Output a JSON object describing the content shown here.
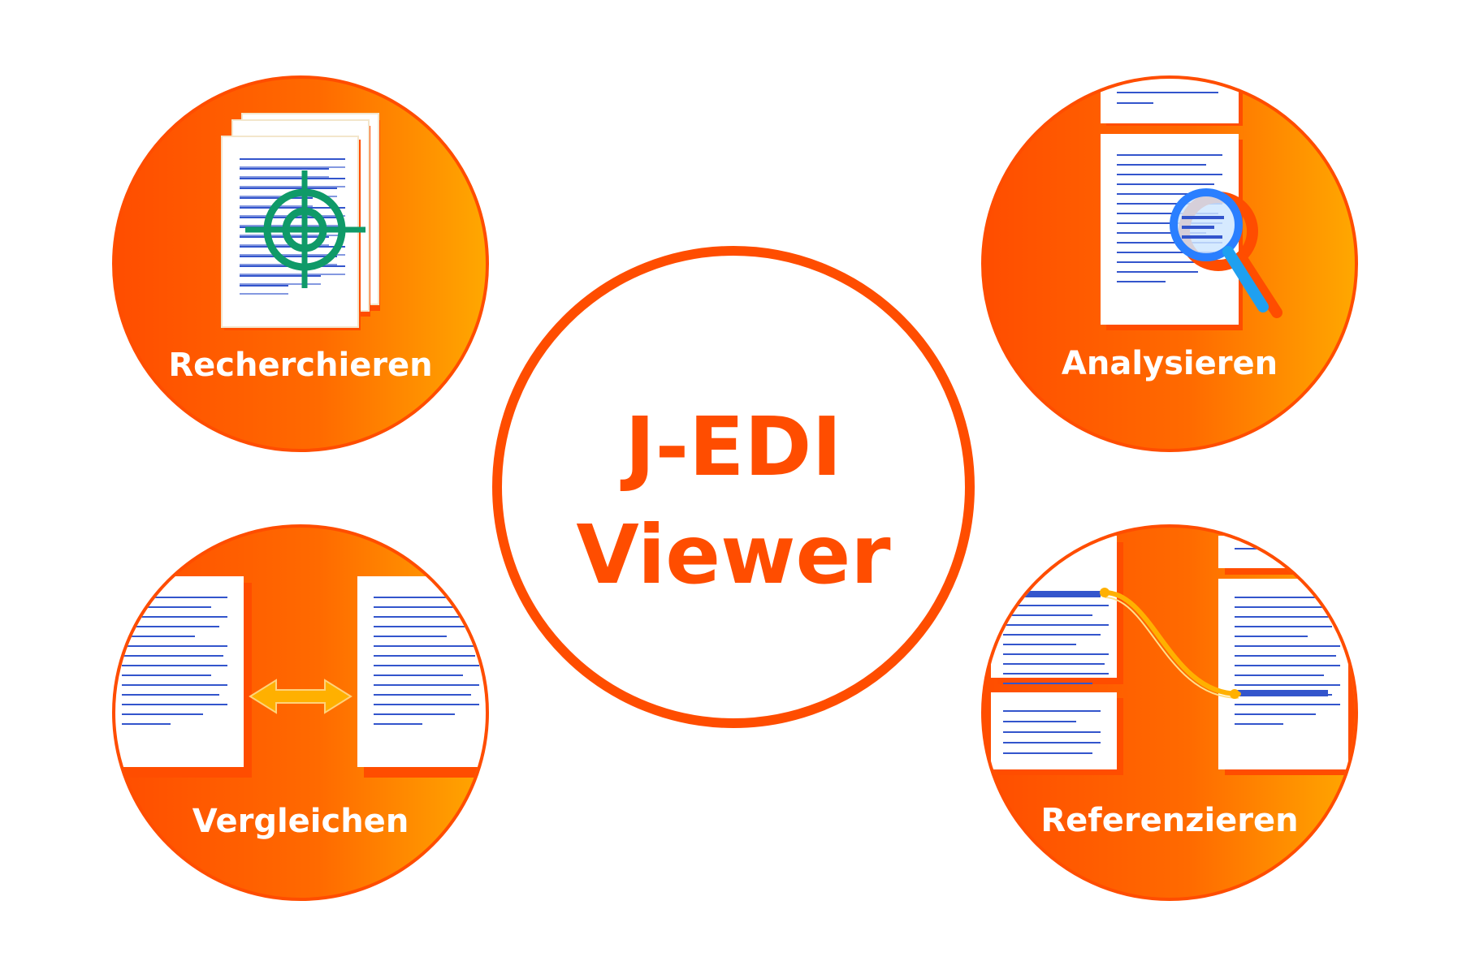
{
  "title_line1": "J-EDI",
  "title_line2": "Viewer",
  "features": {
    "search": {
      "label": "Recherchieren",
      "icon": "target-icon"
    },
    "analyze": {
      "label": "Analysieren",
      "icon": "magnifier-icon"
    },
    "compare": {
      "label": "Vergleichen",
      "icon": "double-arrow-icon"
    },
    "reference": {
      "label": "Referenzieren",
      "icon": "link-curve-icon"
    }
  },
  "colors": {
    "orange": "#ff4d00",
    "orange_light": "#ffa800",
    "text_blue": "#3355cc",
    "target_green": "#0f9a68",
    "arrow_yellow": "#ffb000",
    "white": "#ffffff"
  }
}
